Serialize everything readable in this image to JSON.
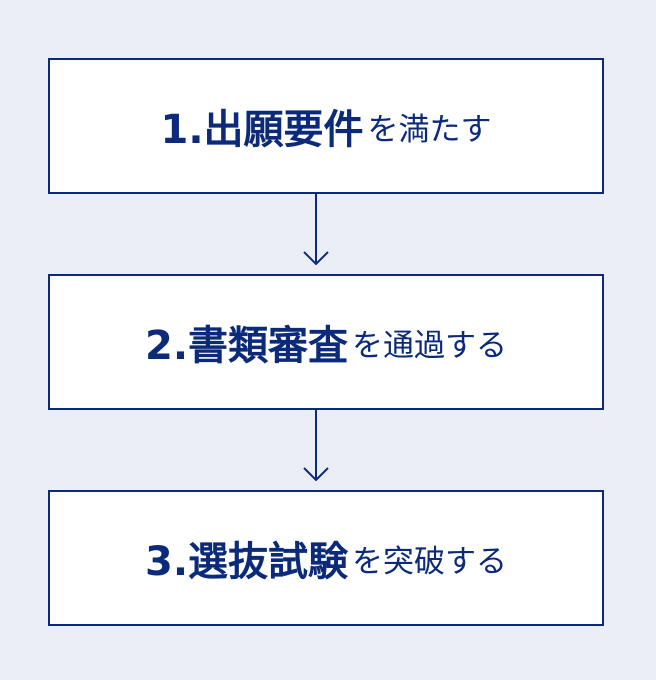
{
  "colors": {
    "background": "#ebeef4",
    "box_fill": "#ffffff",
    "accent": "#0b2a7a"
  },
  "steps": [
    {
      "main": "1.出願要件",
      "rest": "を満たす"
    },
    {
      "main": "2.書類審査",
      "rest": "を通過する"
    },
    {
      "main": "3.選抜試験",
      "rest": "を突破する"
    }
  ],
  "connector_icon": "arrow-down-icon"
}
